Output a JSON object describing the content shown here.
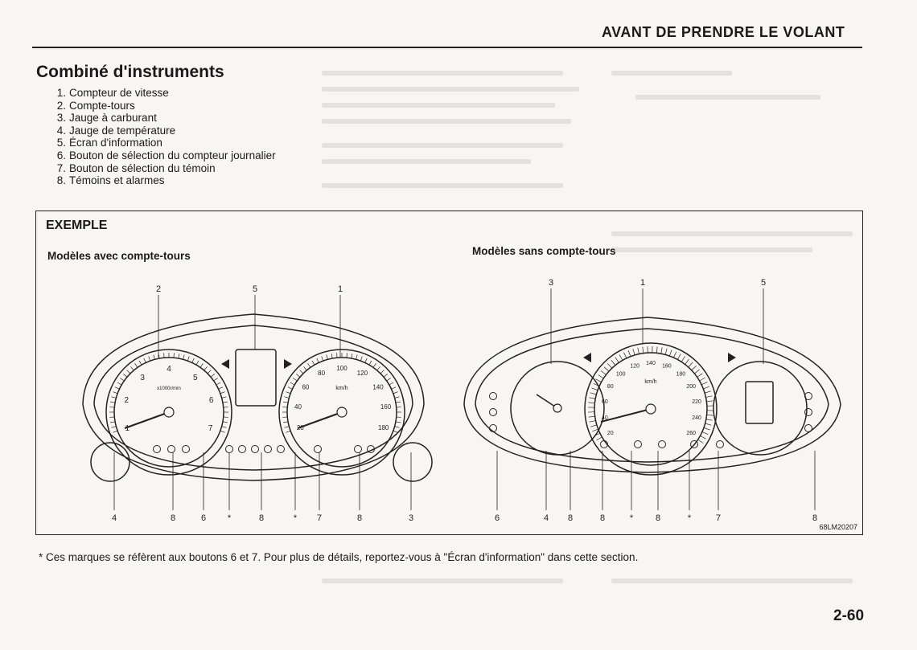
{
  "header": {
    "running_title": "AVANT DE PRENDRE LE VOLANT"
  },
  "section": {
    "title": "Combiné d'instruments"
  },
  "items": [
    {
      "num": "1.",
      "text": "Compteur de vitesse"
    },
    {
      "num": "2.",
      "text": "Compte-tours"
    },
    {
      "num": "3.",
      "text": "Jauge à carburant"
    },
    {
      "num": "4.",
      "text": "Jauge de température"
    },
    {
      "num": "5.",
      "text": "Écran d'information"
    },
    {
      "num": "6.",
      "text": "Bouton de sélection du compteur journalier"
    },
    {
      "num": "7.",
      "text": "Bouton de sélection du témoin"
    },
    {
      "num": "8.",
      "text": "Témoins et alarmes"
    }
  ],
  "figure": {
    "example_label": "EXEMPLE",
    "left_model_label": "Modèles avec compte-tours",
    "right_model_label": "Modèles sans compte-tours",
    "left_top_callouts": [
      "2",
      "5",
      "1"
    ],
    "left_bottom_callouts": [
      "4",
      "8",
      "6",
      "*",
      "8",
      "*",
      "7",
      "8",
      "3"
    ],
    "right_top_callouts": [
      "3",
      "1",
      "5"
    ],
    "right_bottom_callouts": [
      "6",
      "4",
      "8",
      "8",
      "*",
      "8",
      "*",
      "7",
      "8"
    ],
    "left_cluster": {
      "tach_numbers": [
        "1",
        "2",
        "3",
        "4",
        "5",
        "6",
        "7"
      ],
      "tach_unit": "x1000r/min",
      "speed_numbers": [
        "20",
        "40",
        "60",
        "80",
        "100",
        "120",
        "140",
        "160",
        "180"
      ],
      "speed_unit": "km/h"
    },
    "right_cluster": {
      "speed_numbers": [
        "20",
        "40",
        "60",
        "80",
        "100",
        "120",
        "140",
        "160",
        "180",
        "200",
        "220",
        "240",
        "260"
      ],
      "speed_unit": "km/h"
    },
    "reference_code": "68LM20207"
  },
  "footnote": {
    "text": "* Ces marques se réfèrent aux boutons 6 et 7. Pour plus de détails, reportez-vous à \"Écran d'information\" dans cette section."
  },
  "page_number": "2-60"
}
